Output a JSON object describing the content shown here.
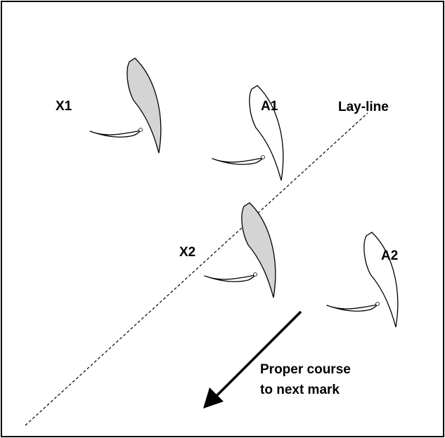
{
  "colors": {
    "keep_clear_boat_fill": "#d4d4d4",
    "right_of_way_boat_fill": "#ffffff",
    "ink": "#000000",
    "background": "#ffffff"
  },
  "labels": {
    "x1": "X1",
    "a1": "A1",
    "x2": "X2",
    "a2": "A2",
    "layline": "Lay-line",
    "course_line1": "Proper course",
    "course_line2": "to next mark"
  },
  "line_styles": {
    "layline": "dashed"
  }
}
